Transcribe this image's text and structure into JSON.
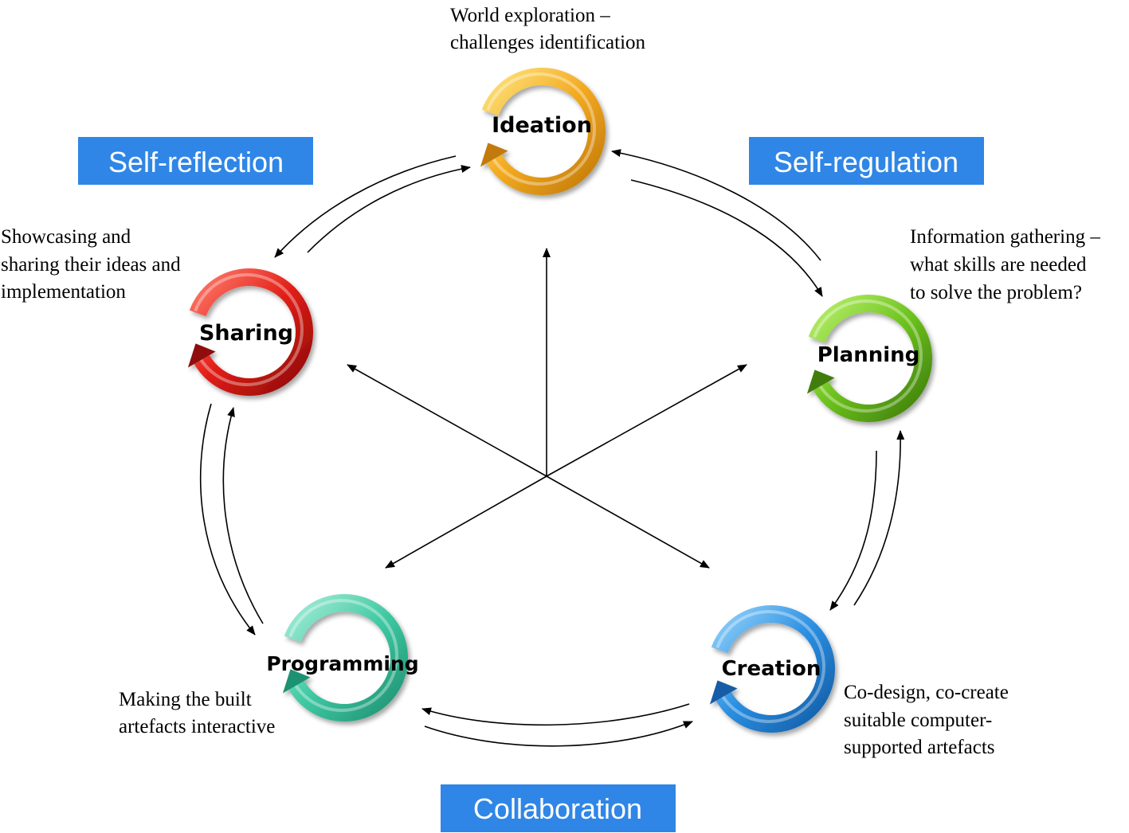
{
  "nodes": [
    {
      "id": "ideation",
      "label": "Ideation",
      "color": "#f2a91f",
      "light": "#fde27a",
      "dark": "#c27a0a",
      "desc": [
        "World exploration  –",
        "challenges identification"
      ]
    },
    {
      "id": "planning",
      "label": "Planning",
      "color": "#6cc21c",
      "light": "#b8ef6a",
      "dark": "#3f7d0c",
      "desc": [
        "Information gathering –",
        "what skills are needed",
        "to solve the problem?"
      ]
    },
    {
      "id": "creation",
      "label": "Creation",
      "color": "#2a8ee0",
      "light": "#8fd0fb",
      "dark": "#135ca6",
      "desc": [
        "Co-design, co-create",
        "suitable computer-",
        "supported artefacts"
      ]
    },
    {
      "id": "programming",
      "label": "Programming",
      "color": "#3fc9a2",
      "light": "#a4ecd6",
      "dark": "#1f9273",
      "desc": [
        "Making the built",
        "artefacts interactive"
      ]
    },
    {
      "id": "sharing",
      "label": "Sharing",
      "color": "#e11d16",
      "light": "#ff7a6a",
      "dark": "#8e0b08",
      "desc": [
        "Showcasing and",
        "sharing their ideas and",
        "implementation"
      ]
    }
  ],
  "boxes": [
    {
      "id": "self-reflection",
      "label": "Self-reflection"
    },
    {
      "id": "self-regulation",
      "label": "Self-regulation"
    },
    {
      "id": "collaboration",
      "label": "Collaboration"
    }
  ],
  "box_color": "#2f86e6"
}
